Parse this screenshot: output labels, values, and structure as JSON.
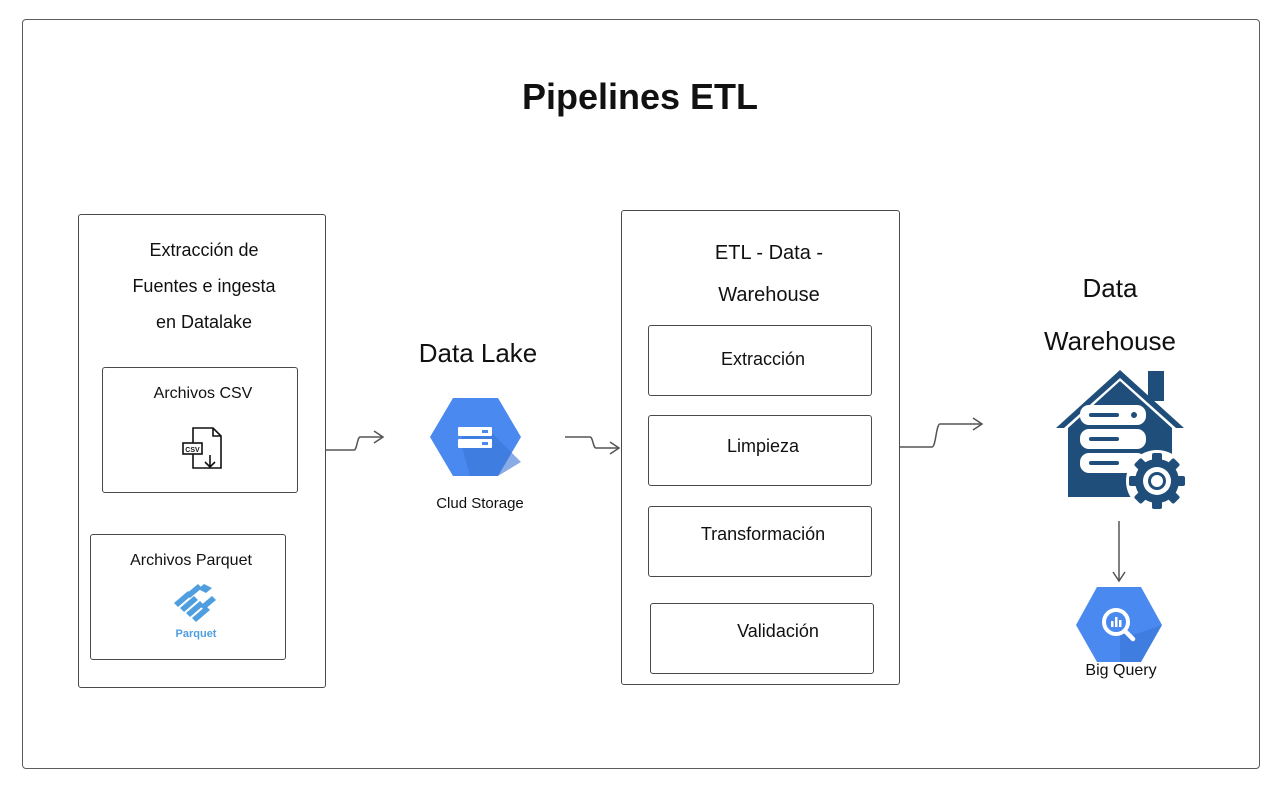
{
  "title": "Pipelines ETL",
  "extraction": {
    "heading_lines": [
      "Extracción de",
      "Fuentes e ingesta",
      "en Datalake"
    ],
    "csv_label": "Archivos CSV",
    "csv_icon_text": "CSV",
    "parquet_label": "Archivos Parquet",
    "parquet_logo_text": "Parquet"
  },
  "data_lake": {
    "title": "Data Lake",
    "service_label": "Clud Storage"
  },
  "etl": {
    "heading_lines": [
      "ETL - Data -",
      "Warehouse"
    ],
    "steps": [
      "Extracción",
      "Limpieza",
      "Transformación",
      "Validación"
    ]
  },
  "warehouse": {
    "title_lines": [
      "Data",
      "Warehouse"
    ],
    "bigquery_label": "Big Query"
  },
  "colors": {
    "gcp_blue": "#4a89f0",
    "gcp_blue_dark": "#3b74d6",
    "warehouse_navy": "#1f4e7a",
    "parquet_blue": "#4f9fe0",
    "border": "#4a4a4a"
  },
  "icons": [
    "file-csv-icon",
    "parquet-logo-icon",
    "cloud-storage-icon",
    "data-warehouse-icon",
    "gear-icon",
    "bigquery-icon"
  ]
}
